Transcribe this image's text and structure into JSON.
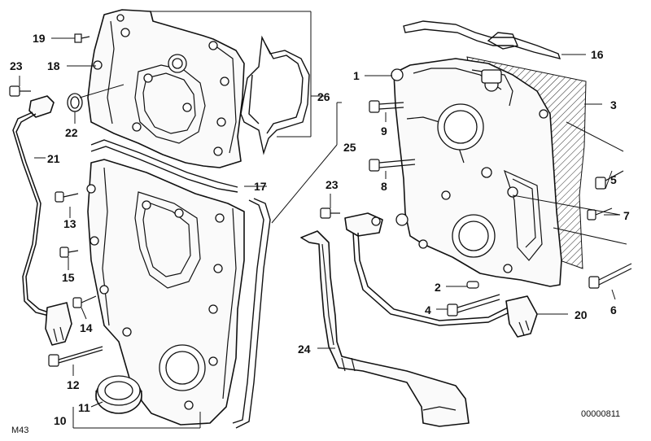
{
  "diagram": {
    "callouts": [
      {
        "id": "c1",
        "text": "1"
      },
      {
        "id": "c2",
        "text": "2"
      },
      {
        "id": "c3",
        "text": "3"
      },
      {
        "id": "c4",
        "text": "4"
      },
      {
        "id": "c5",
        "text": "5"
      },
      {
        "id": "c6",
        "text": "6"
      },
      {
        "id": "c7",
        "text": "7"
      },
      {
        "id": "c8",
        "text": "8"
      },
      {
        "id": "c9",
        "text": "9"
      },
      {
        "id": "c10",
        "text": "10"
      },
      {
        "id": "c11",
        "text": "11"
      },
      {
        "id": "c12",
        "text": "12"
      },
      {
        "id": "c13",
        "text": "13"
      },
      {
        "id": "c14",
        "text": "14"
      },
      {
        "id": "c15",
        "text": "15"
      },
      {
        "id": "c16",
        "text": "16"
      },
      {
        "id": "c17",
        "text": "17"
      },
      {
        "id": "c18",
        "text": "18"
      },
      {
        "id": "c19",
        "text": "19"
      },
      {
        "id": "c20",
        "text": "20"
      },
      {
        "id": "c21",
        "text": "21"
      },
      {
        "id": "c22",
        "text": "22"
      },
      {
        "id": "c23a",
        "text": "23"
      },
      {
        "id": "c23b",
        "text": "23"
      },
      {
        "id": "c24",
        "text": "24"
      },
      {
        "id": "c25",
        "text": "25"
      },
      {
        "id": "c26",
        "text": "26"
      }
    ],
    "corner_code": "M43",
    "drawing_number": "00000811"
  }
}
